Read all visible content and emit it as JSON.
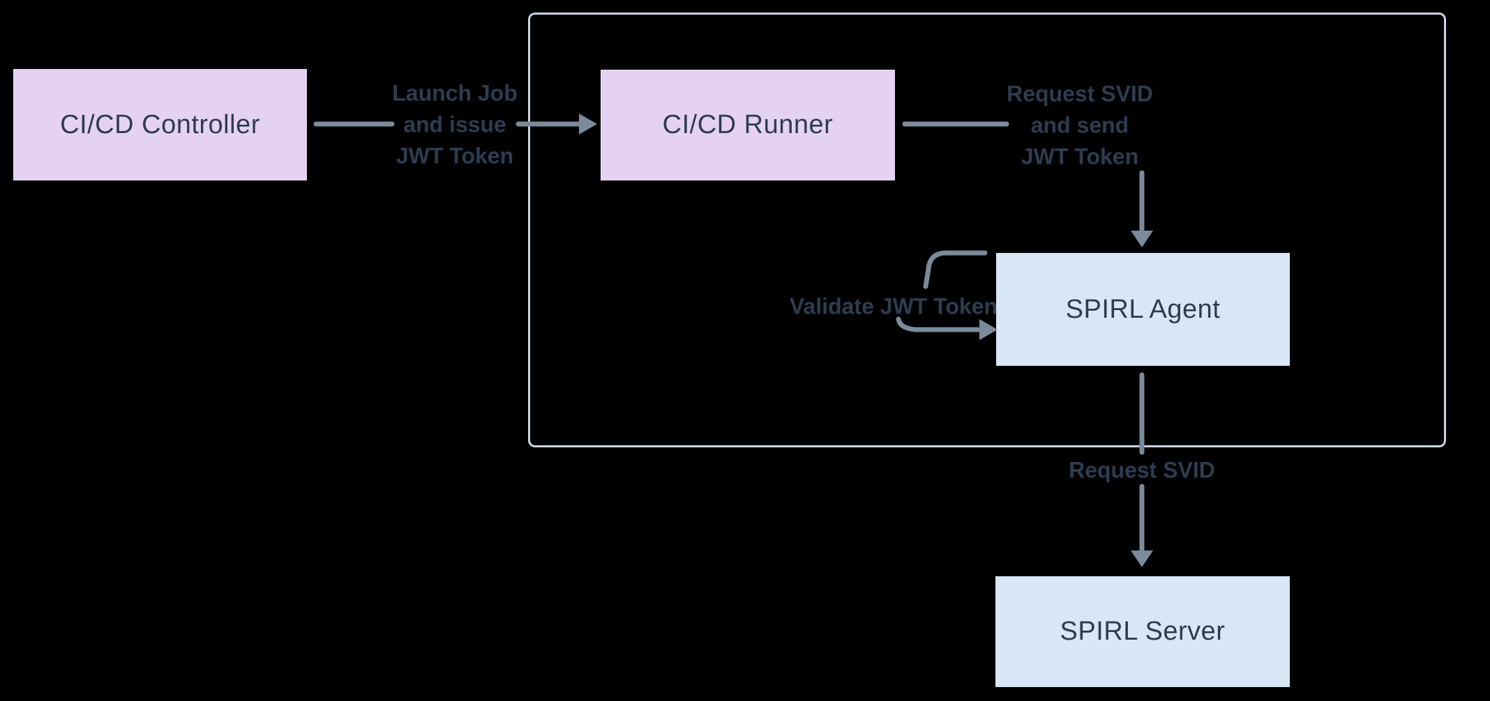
{
  "diagram_type": "flow-diagram",
  "colors": {
    "background": "#000000",
    "node_purple_fill": "#e5d2f3",
    "node_blue_fill": "#d8e6f6",
    "text_dark": "#2e3c50",
    "arrow_gray": "#7b8b9b",
    "boundary_border": "#c9d4e0"
  },
  "container": {
    "description": "rounded boundary box enclosing CI/CD Runner and SPIRL Agent"
  },
  "nodes": [
    {
      "id": "cicd-controller",
      "label": "CI/CD Controller",
      "fill": "#e5d2f3"
    },
    {
      "id": "cicd-runner",
      "label": "CI/CD Runner",
      "fill": "#e5d2f3"
    },
    {
      "id": "spirl-agent",
      "label": "SPIRL Agent",
      "fill": "#d8e6f6"
    },
    {
      "id": "spirl-server",
      "label": "SPIRL Server",
      "fill": "#d8e6f6"
    }
  ],
  "edges": [
    {
      "id": "launch-job",
      "from": "cicd-controller",
      "to": "cicd-runner",
      "label_lines": [
        "Launch Job",
        "and issue",
        "JWT Token"
      ]
    },
    {
      "id": "request-svid-send-jwt",
      "from": "cicd-runner",
      "to": "spirl-agent",
      "label_lines": [
        "Request SVID",
        "and send",
        "JWT Token"
      ]
    },
    {
      "id": "validate-jwt",
      "from": "spirl-agent",
      "to": "spirl-agent",
      "label_lines": [
        "Validate JWT Token"
      ]
    },
    {
      "id": "request-svid",
      "from": "spirl-agent",
      "to": "spirl-server",
      "label_lines": [
        "Request SVID"
      ]
    }
  ]
}
